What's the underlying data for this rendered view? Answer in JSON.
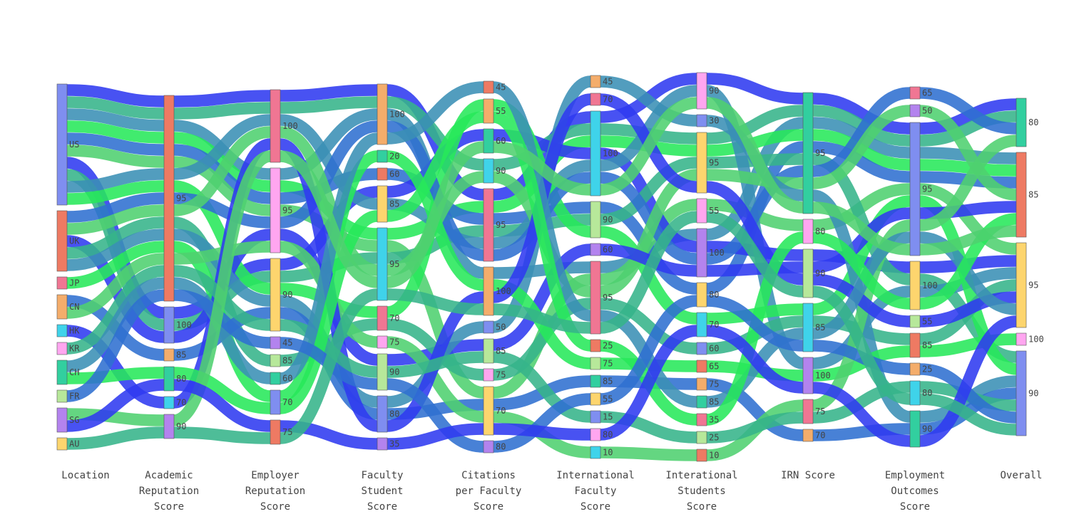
{
  "chart_data": {
    "type": "sankey",
    "dimensions": [
      {
        "id": "location",
        "label": [
          "Location"
        ],
        "nodes": [
          {
            "label": "US",
            "color": "#7f8ef0"
          },
          {
            "label": "UK",
            "color": "#ee7a63"
          },
          {
            "label": "JP",
            "color": "#f07693"
          },
          {
            "label": "CN",
            "color": "#f4ad6b"
          },
          {
            "label": "HK",
            "color": "#3fd3ea"
          },
          {
            "label": "KR",
            "color": "#ffa6f0"
          },
          {
            "label": "CH",
            "color": "#32cf9f"
          },
          {
            "label": "FR",
            "color": "#b7e89a"
          },
          {
            "label": "SG",
            "color": "#b383ee"
          },
          {
            "label": "AU",
            "color": "#fdd56e"
          }
        ]
      },
      {
        "id": "academic",
        "label": [
          "Academic",
          "Reputation",
          "Score"
        ],
        "nodes": [
          {
            "label": "95",
            "color": "#ee7a63"
          },
          {
            "label": "100",
            "color": "#7f8ef0"
          },
          {
            "label": "85",
            "color": "#f4ad6b"
          },
          {
            "label": "80",
            "color": "#32cf9f"
          },
          {
            "label": "70",
            "color": "#3fd3ea"
          },
          {
            "label": "90",
            "color": "#b383ee"
          }
        ]
      },
      {
        "id": "employer",
        "label": [
          "Employer",
          "Reputation",
          "Score"
        ],
        "nodes": [
          {
            "label": "100",
            "color": "#f07693"
          },
          {
            "label": "95",
            "color": "#ffa6f0"
          },
          {
            "label": "90",
            "color": "#fdd56e"
          },
          {
            "label": "45",
            "color": "#b383ee"
          },
          {
            "label": "85",
            "color": "#b7e89a"
          },
          {
            "label": "60",
            "color": "#32cf9f"
          },
          {
            "label": "70",
            "color": "#7f8ef0"
          },
          {
            "label": "75",
            "color": "#ee7a63"
          }
        ]
      },
      {
        "id": "faculty",
        "label": [
          "Faculty",
          "Student",
          "Score"
        ],
        "nodes": [
          {
            "label": "100",
            "color": "#f4ad6b"
          },
          {
            "label": "20",
            "color": "#32cf9f"
          },
          {
            "label": "60",
            "color": "#ee7a63"
          },
          {
            "label": "85",
            "color": "#fdd56e"
          },
          {
            "label": "95",
            "color": "#3fd3ea"
          },
          {
            "label": "70",
            "color": "#f07693"
          },
          {
            "label": "75",
            "color": "#ffa6f0"
          },
          {
            "label": "90",
            "color": "#b7e89a"
          },
          {
            "label": "80",
            "color": "#7f8ef0"
          },
          {
            "label": "35",
            "color": "#b383ee"
          }
        ]
      },
      {
        "id": "citations",
        "label": [
          "Citations",
          "per Faculty",
          "Score"
        ],
        "nodes": [
          {
            "label": "45",
            "color": "#ee7a63"
          },
          {
            "label": "55",
            "color": "#f4ad6b"
          },
          {
            "label": "60",
            "color": "#32cf9f"
          },
          {
            "label": "90",
            "color": "#3fd3ea"
          },
          {
            "label": "95",
            "color": "#f07693"
          },
          {
            "label": "100",
            "color": "#f4ad6b"
          },
          {
            "label": "50",
            "color": "#7f8ef0"
          },
          {
            "label": "85",
            "color": "#b7e89a"
          },
          {
            "label": "75",
            "color": "#ffa6f0"
          },
          {
            "label": "70",
            "color": "#fdd56e"
          },
          {
            "label": "80",
            "color": "#b383ee"
          }
        ]
      },
      {
        "id": "intl_faculty",
        "label": [
          "International",
          "Faculty",
          "Score"
        ],
        "nodes": [
          {
            "label": "45",
            "color": "#f4ad6b"
          },
          {
            "label": "70",
            "color": "#f07693"
          },
          {
            "label": "100",
            "color": "#3fd3ea"
          },
          {
            "label": "90",
            "color": "#b7e89a"
          },
          {
            "label": "60",
            "color": "#b383ee"
          },
          {
            "label": "95",
            "color": "#f07693"
          },
          {
            "label": "25",
            "color": "#ee7a63"
          },
          {
            "label": "75",
            "color": "#b7e89a"
          },
          {
            "label": "85",
            "color": "#32cf9f"
          },
          {
            "label": "55",
            "color": "#fdd56e"
          },
          {
            "label": "15",
            "color": "#7f8ef0"
          },
          {
            "label": "80",
            "color": "#ffa6f0"
          },
          {
            "label": "10",
            "color": "#3fd3ea"
          }
        ]
      },
      {
        "id": "intl_students",
        "label": [
          "Interational",
          "Students",
          "Score"
        ],
        "nodes": [
          {
            "label": "90",
            "color": "#ffa6f0"
          },
          {
            "label": "30",
            "color": "#7f8ef0"
          },
          {
            "label": "95",
            "color": "#fdd56e"
          },
          {
            "label": "55",
            "color": "#ffa6f0"
          },
          {
            "label": "100",
            "color": "#b383ee"
          },
          {
            "label": "80",
            "color": "#fdd56e"
          },
          {
            "label": "70",
            "color": "#3fd3ea"
          },
          {
            "label": "60",
            "color": "#7f8ef0"
          },
          {
            "label": "65",
            "color": "#ee7a63"
          },
          {
            "label": "75",
            "color": "#f4ad6b"
          },
          {
            "label": "85",
            "color": "#32cf9f"
          },
          {
            "label": "35",
            "color": "#f07693"
          },
          {
            "label": "25",
            "color": "#b7e89a"
          },
          {
            "label": "10",
            "color": "#ee7a63"
          }
        ]
      },
      {
        "id": "irn",
        "label": [
          "IRN Score"
        ],
        "nodes": [
          {
            "label": "95",
            "color": "#32cf9f"
          },
          {
            "label": "80",
            "color": "#ffa6f0"
          },
          {
            "label": "90",
            "color": "#b7e89a"
          },
          {
            "label": "85",
            "color": "#3fd3ea"
          },
          {
            "label": "100",
            "color": "#b383ee"
          },
          {
            "label": "75",
            "color": "#f07693"
          },
          {
            "label": "70",
            "color": "#f4ad6b"
          }
        ]
      },
      {
        "id": "employment",
        "label": [
          "Employment",
          "Outcomes",
          "Score"
        ],
        "nodes": [
          {
            "label": "65",
            "color": "#f07693"
          },
          {
            "label": "50",
            "color": "#b383ee"
          },
          {
            "label": "95",
            "color": "#7f8ef0"
          },
          {
            "label": "100",
            "color": "#fdd56e"
          },
          {
            "label": "55",
            "color": "#b7e89a"
          },
          {
            "label": "85",
            "color": "#ee7a63"
          },
          {
            "label": "25",
            "color": "#f4ad6b"
          },
          {
            "label": "80",
            "color": "#3fd3ea"
          },
          {
            "label": "90",
            "color": "#32cf9f"
          }
        ]
      },
      {
        "id": "overall",
        "label": [
          "Overall"
        ],
        "nodes": [
          {
            "label": "80",
            "color": "#32cf9f"
          },
          {
            "label": "85",
            "color": "#ee7a63"
          },
          {
            "label": "95",
            "color": "#fdd56e"
          },
          {
            "label": "100",
            "color": "#ffa6f0"
          },
          {
            "label": "90",
            "color": "#7f8ef0"
          }
        ]
      }
    ],
    "flows": [
      {
        "path": [
          "US",
          "95",
          "100",
          "100",
          "95",
          "100",
          "90",
          "95",
          "95",
          "80"
        ],
        "value": 1
      },
      {
        "path": [
          "US",
          "95",
          "100",
          "100",
          "90",
          "100",
          "95",
          "95",
          "95",
          "80"
        ],
        "value": 1
      },
      {
        "path": [
          "US",
          "95",
          "95",
          "100",
          "100",
          "95",
          "100",
          "95",
          "95",
          "85"
        ],
        "value": 1
      },
      {
        "path": [
          "US",
          "95",
          "95",
          "95",
          "95",
          "100",
          "95",
          "95",
          "95",
          "85"
        ],
        "value": 1
      },
      {
        "path": [
          "US",
          "95",
          "95",
          "60",
          "95",
          "90",
          "80",
          "95",
          "95",
          "85"
        ],
        "value": 1
      },
      {
        "path": [
          "US",
          "95",
          "95",
          "95",
          "70",
          "95",
          "55",
          "80",
          "95",
          "95"
        ],
        "value": 1
      },
      {
        "path": [
          "US",
          "100",
          "90",
          "85",
          "60",
          "100",
          "100",
          "90",
          "100",
          "95"
        ],
        "value": 1
      },
      {
        "path": [
          "US",
          "100",
          "90",
          "95",
          "95",
          "90",
          "95",
          "95",
          "100",
          "90"
        ],
        "value": 1
      },
      {
        "path": [
          "US",
          "95",
          "100",
          "85",
          "95",
          "100",
          "90",
          "100",
          "100",
          "95"
        ],
        "value": 1
      },
      {
        "path": [
          "US",
          "95",
          "90",
          "70",
          "55",
          "90",
          "70",
          "85",
          "95",
          "90"
        ],
        "value": 1
      },
      {
        "path": [
          "UK",
          "95",
          "95",
          "100",
          "95",
          "100",
          "100",
          "95",
          "65",
          "80"
        ],
        "value": 1
      },
      {
        "path": [
          "UK",
          "95",
          "100",
          "95",
          "90",
          "95",
          "95",
          "95",
          "50",
          "85"
        ],
        "value": 1
      },
      {
        "path": [
          "UK",
          "100",
          "95",
          "90",
          "85",
          "60",
          "100",
          "90",
          "95",
          "85"
        ],
        "value": 1
      },
      {
        "path": [
          "UK",
          "95",
          "85",
          "70",
          "75",
          "95",
          "60",
          "85",
          "85",
          "95"
        ],
        "value": 1
      },
      {
        "path": [
          "UK",
          "95",
          "90",
          "80",
          "50",
          "45",
          "30",
          "95",
          "90",
          "90"
        ],
        "value": 1
      },
      {
        "path": [
          "JP",
          "95",
          "70",
          "20",
          "100",
          "75",
          "65",
          "100",
          "85",
          "100"
        ],
        "value": 1
      },
      {
        "path": [
          "CN",
          "85",
          "90",
          "80",
          "70",
          "85",
          "75",
          "70",
          "90",
          "90"
        ],
        "value": 1
      },
      {
        "path": [
          "CN",
          "95",
          "95",
          "75",
          "70",
          "10",
          "10",
          "75",
          "95",
          "80"
        ],
        "value": 1
      },
      {
        "path": [
          "HK",
          "70",
          "100",
          "80",
          "100",
          "70",
          "95",
          "90",
          "55",
          "95"
        ],
        "value": 1
      },
      {
        "path": [
          "KR",
          "95",
          "90",
          "90",
          "85",
          "15",
          "25",
          "75",
          "80",
          "90"
        ],
        "value": 1
      },
      {
        "path": [
          "CH",
          "95",
          "60",
          "100",
          "45",
          "95",
          "85",
          "85",
          "95",
          "95"
        ],
        "value": 1
      },
      {
        "path": [
          "CH",
          "80",
          "70",
          "85",
          "55",
          "25",
          "35",
          "80",
          "100",
          "85"
        ],
        "value": 1
      },
      {
        "path": [
          "FR",
          "95",
          "45",
          "90",
          "80",
          "55",
          "80",
          "85",
          "25",
          "90"
        ],
        "value": 1
      },
      {
        "path": [
          "SG",
          "90",
          "100",
          "95",
          "60",
          "100",
          "90",
          "95",
          "95",
          "85"
        ],
        "value": 1
      },
      {
        "path": [
          "SG",
          "80",
          "75",
          "35",
          "70",
          "80",
          "70",
          "100",
          "90",
          "95"
        ],
        "value": 1
      },
      {
        "path": [
          "AU",
          "90",
          "75",
          "95",
          "100",
          "95",
          "55",
          "90",
          "80",
          "90"
        ],
        "value": 1
      }
    ]
  }
}
